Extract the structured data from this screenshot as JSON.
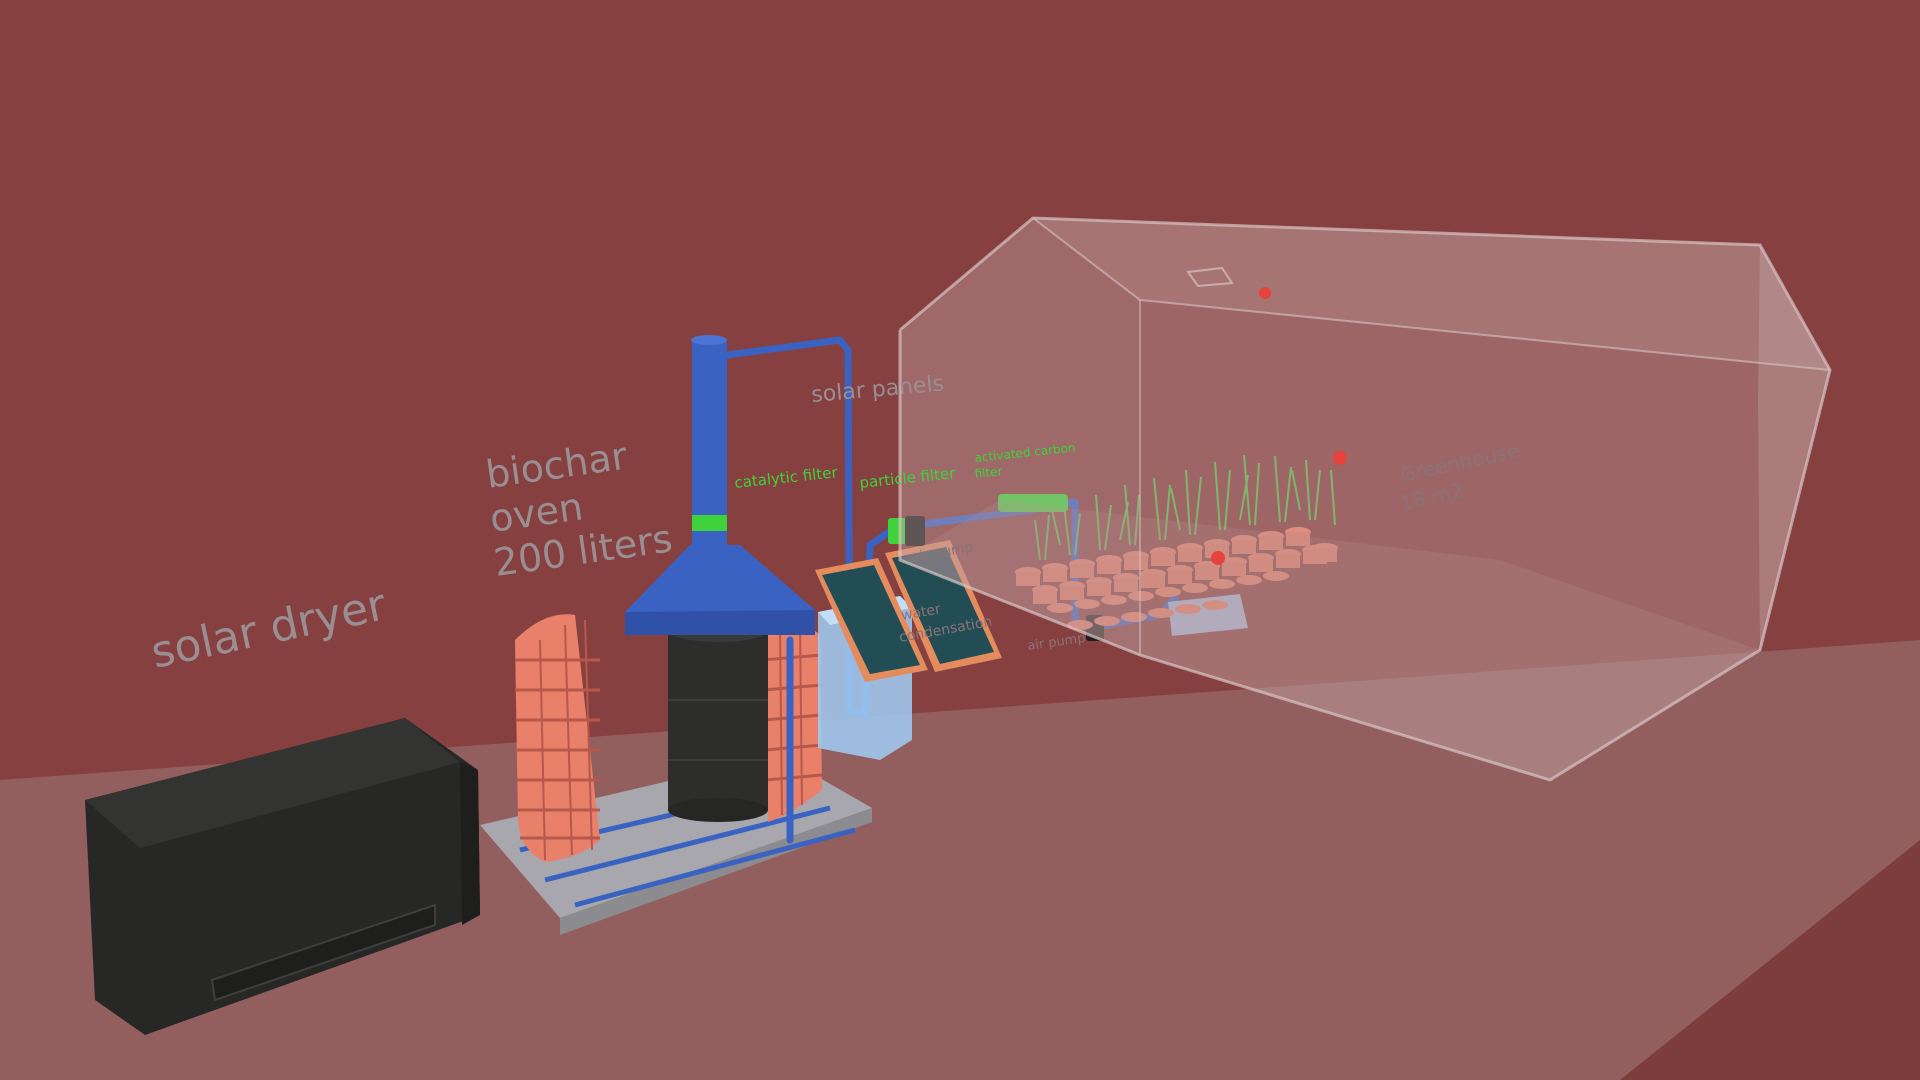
{
  "labels": {
    "solar_dryer": "solar dryer",
    "biochar_line1": "biochar",
    "biochar_line2": "oven",
    "biochar_line3": "200 liters",
    "solar_panels": "solar panels",
    "catalytic_filter": "catalytic filter",
    "particle_filter": "particle filter",
    "activated_carbon_line1": "activated carbon",
    "activated_carbon_line2": "filter",
    "air_pump_upper": "air pump",
    "air_pump_lower": "air pump",
    "water_condensation_line1": "water",
    "water_condensation_line2": "condensation",
    "greenhouse_line1": "Greenhouse",
    "greenhouse_line2": "18 m2"
  },
  "colors": {
    "background": "#86403f",
    "floor": "#925f5e",
    "pipe": "#3a62c2",
    "brick": "#e8806a",
    "filter_green": "#3fd23a",
    "label_gray": "#9a8e92",
    "sensor_red": "#e8423c"
  }
}
